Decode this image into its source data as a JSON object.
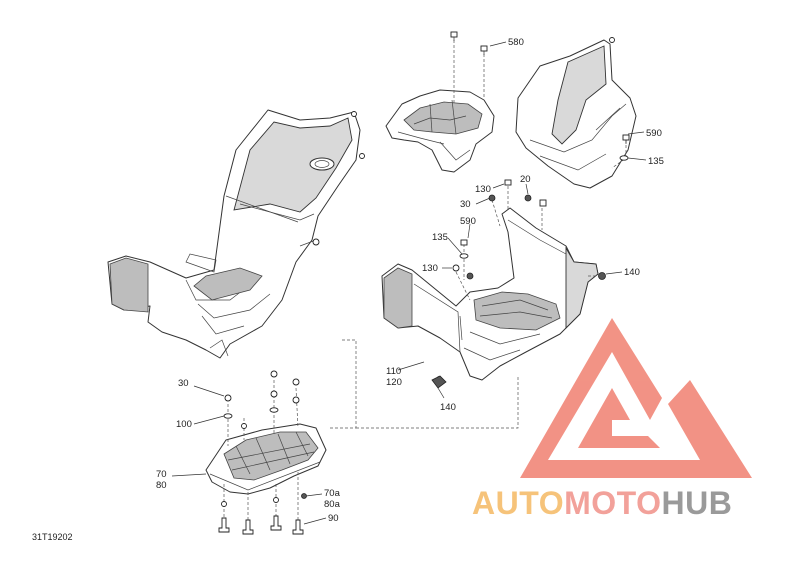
{
  "diagram": {
    "reference_code": "31T19202",
    "callouts": {
      "c580": "580",
      "c590_top": "590",
      "c135_top": "135",
      "c130_a": "130",
      "c20": "20",
      "c30_mid": "30",
      "c590_mid": "590",
      "c135_mid": "135",
      "c130_b": "130",
      "c140_right": "140",
      "c110": "110",
      "c120": "120",
      "c140_bottom": "140",
      "c30_left": "30",
      "c100": "100",
      "c70": "70",
      "c80": "80",
      "c70a": "70a",
      "c80a": "80a",
      "c90": "90"
    }
  },
  "watermark": {
    "part1": "AUTO",
    "part2": "MOTO",
    "part3": "HUB",
    "color_auto": "#f6c37a",
    "color_moto": "#f2a19a",
    "color_hub": "#9a9a9a",
    "color_logo": "#f08070"
  }
}
